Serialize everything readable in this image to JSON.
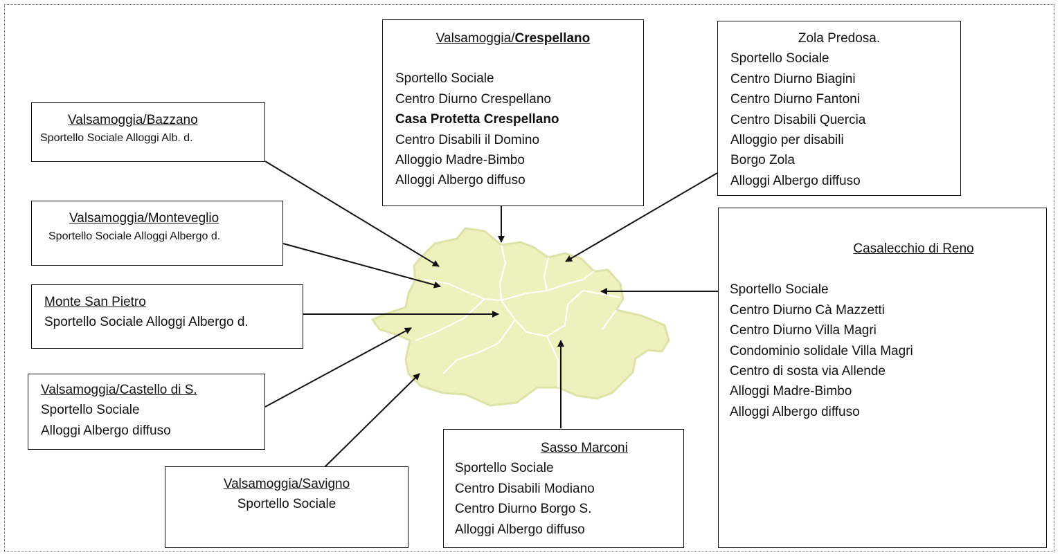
{
  "diagram": {
    "colors": {
      "map_fill": "#eef0bd",
      "map_border": "#ffffff",
      "map_outline": "#dde2a6",
      "arrow": "#111111"
    },
    "boxes": {
      "crespellano": {
        "title_prefix": "Valsamoggia/",
        "title_bold": "Crespellano",
        "items": [
          "Sportello Sociale",
          "Centro Diurno Crespellano",
          "Casa Protetta Crespellano",
          "Centro Disabili il Domino",
          "Alloggio  Madre-Bimbo",
          "Alloggi Albergo diffuso"
        ]
      },
      "zola": {
        "title": "Zola Predosa.",
        "items": [
          "Sportello Sociale",
          "Centro Diurno Biagini",
          "Centro Diurno Fantoni",
          "Centro Disabili Quercia",
          "Alloggio per disabili",
          "Borgo Zola",
          "Alloggi Albergo diffuso"
        ]
      },
      "bazzano": {
        "title": "Valsamoggia/Bazzano",
        "items": [
          "Sportello Sociale Alloggi Alb. d."
        ]
      },
      "monteveglio": {
        "title": "Valsamoggia/Monteveglio",
        "items": [
          "Sportello Sociale Alloggi Albergo d."
        ]
      },
      "montesanpietro": {
        "title": "Monte San Pietro",
        "items": [
          "Sportello Sociale Alloggi Albergo d."
        ]
      },
      "castello": {
        "title": "Valsamoggia/Castello di S.",
        "items": [
          "Sportello Sociale",
          "Alloggi Albergo diffuso"
        ]
      },
      "savigno": {
        "title": "Valsamoggia/Savigno",
        "items": [
          "Sportello Sociale"
        ]
      },
      "sasso": {
        "title": "Sasso Marconi",
        "items": [
          "Sportello Sociale",
          "Centro Disabili Modiano",
          "Centro Diurno Borgo S.",
          "Alloggi Albergo diffuso"
        ]
      },
      "casalecchio": {
        "title": "Casalecchio di Reno",
        "items": [
          "Sportello Sociale",
          "Centro Diurno Cà Mazzetti",
          "Centro Diurno Villa Magri",
          "Condominio solidale Villa Magri",
          "Centro di sosta via Allende",
          "Alloggi  Madre-Bimbo",
          "Alloggi Albergo diffuso"
        ]
      }
    }
  }
}
